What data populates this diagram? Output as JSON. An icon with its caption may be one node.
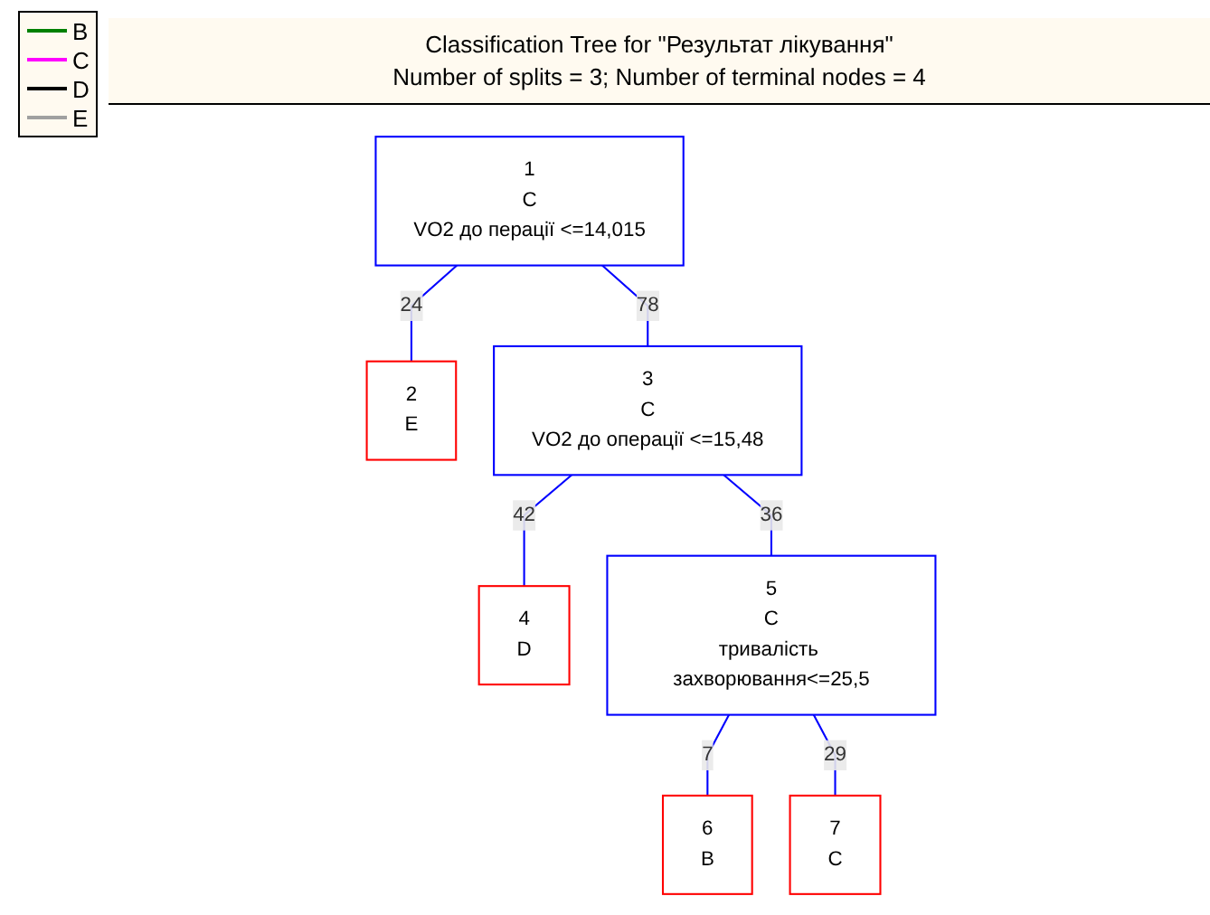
{
  "diagram": {
    "title": "Classification Tree for \"Результат лікування\"",
    "nodes": [
      {
        "text": [
          "1",
          "C",
          "VO2 до перації <=14,015"
        ]
      },
      {
        "text": [
          "2",
          "E"
        ]
      },
      {
        "text": [
          "3",
          "C",
          "VO2 до операції <=15,48"
        ]
      },
      {
        "text": [
          "4",
          "D"
        ]
      },
      {
        "text": [
          "5",
          "C",
          "тривалість захворювання<=25,5"
        ]
      },
      {
        "text": [
          "6",
          "B"
        ]
      },
      {
        "text": [
          "7",
          "C"
        ]
      }
    ],
    "edges": [
      {
        "from": 0,
        "to": 1,
        "arrow": "none",
        "label": "24"
      },
      {
        "from": 0,
        "to": 2,
        "arrow": "none",
        "label": "78"
      },
      {
        "from": 2,
        "to": 3,
        "arrow": "none",
        "label": "42"
      },
      {
        "from": 2,
        "to": 4,
        "arrow": "none",
        "label": "36"
      },
      {
        "from": 4,
        "to": 5,
        "arrow": "none",
        "label": "7"
      },
      {
        "from": 4,
        "to": 6,
        "arrow": "none",
        "label": "29"
      }
    ],
    "labels": [
      "Number of splits = 3; Number of terminal nodes = 4"
    ],
    "legend": [
      {
        "text": "B"
      },
      {
        "text": "C"
      },
      {
        "text": "D"
      },
      {
        "text": "E"
      }
    ]
  }
}
